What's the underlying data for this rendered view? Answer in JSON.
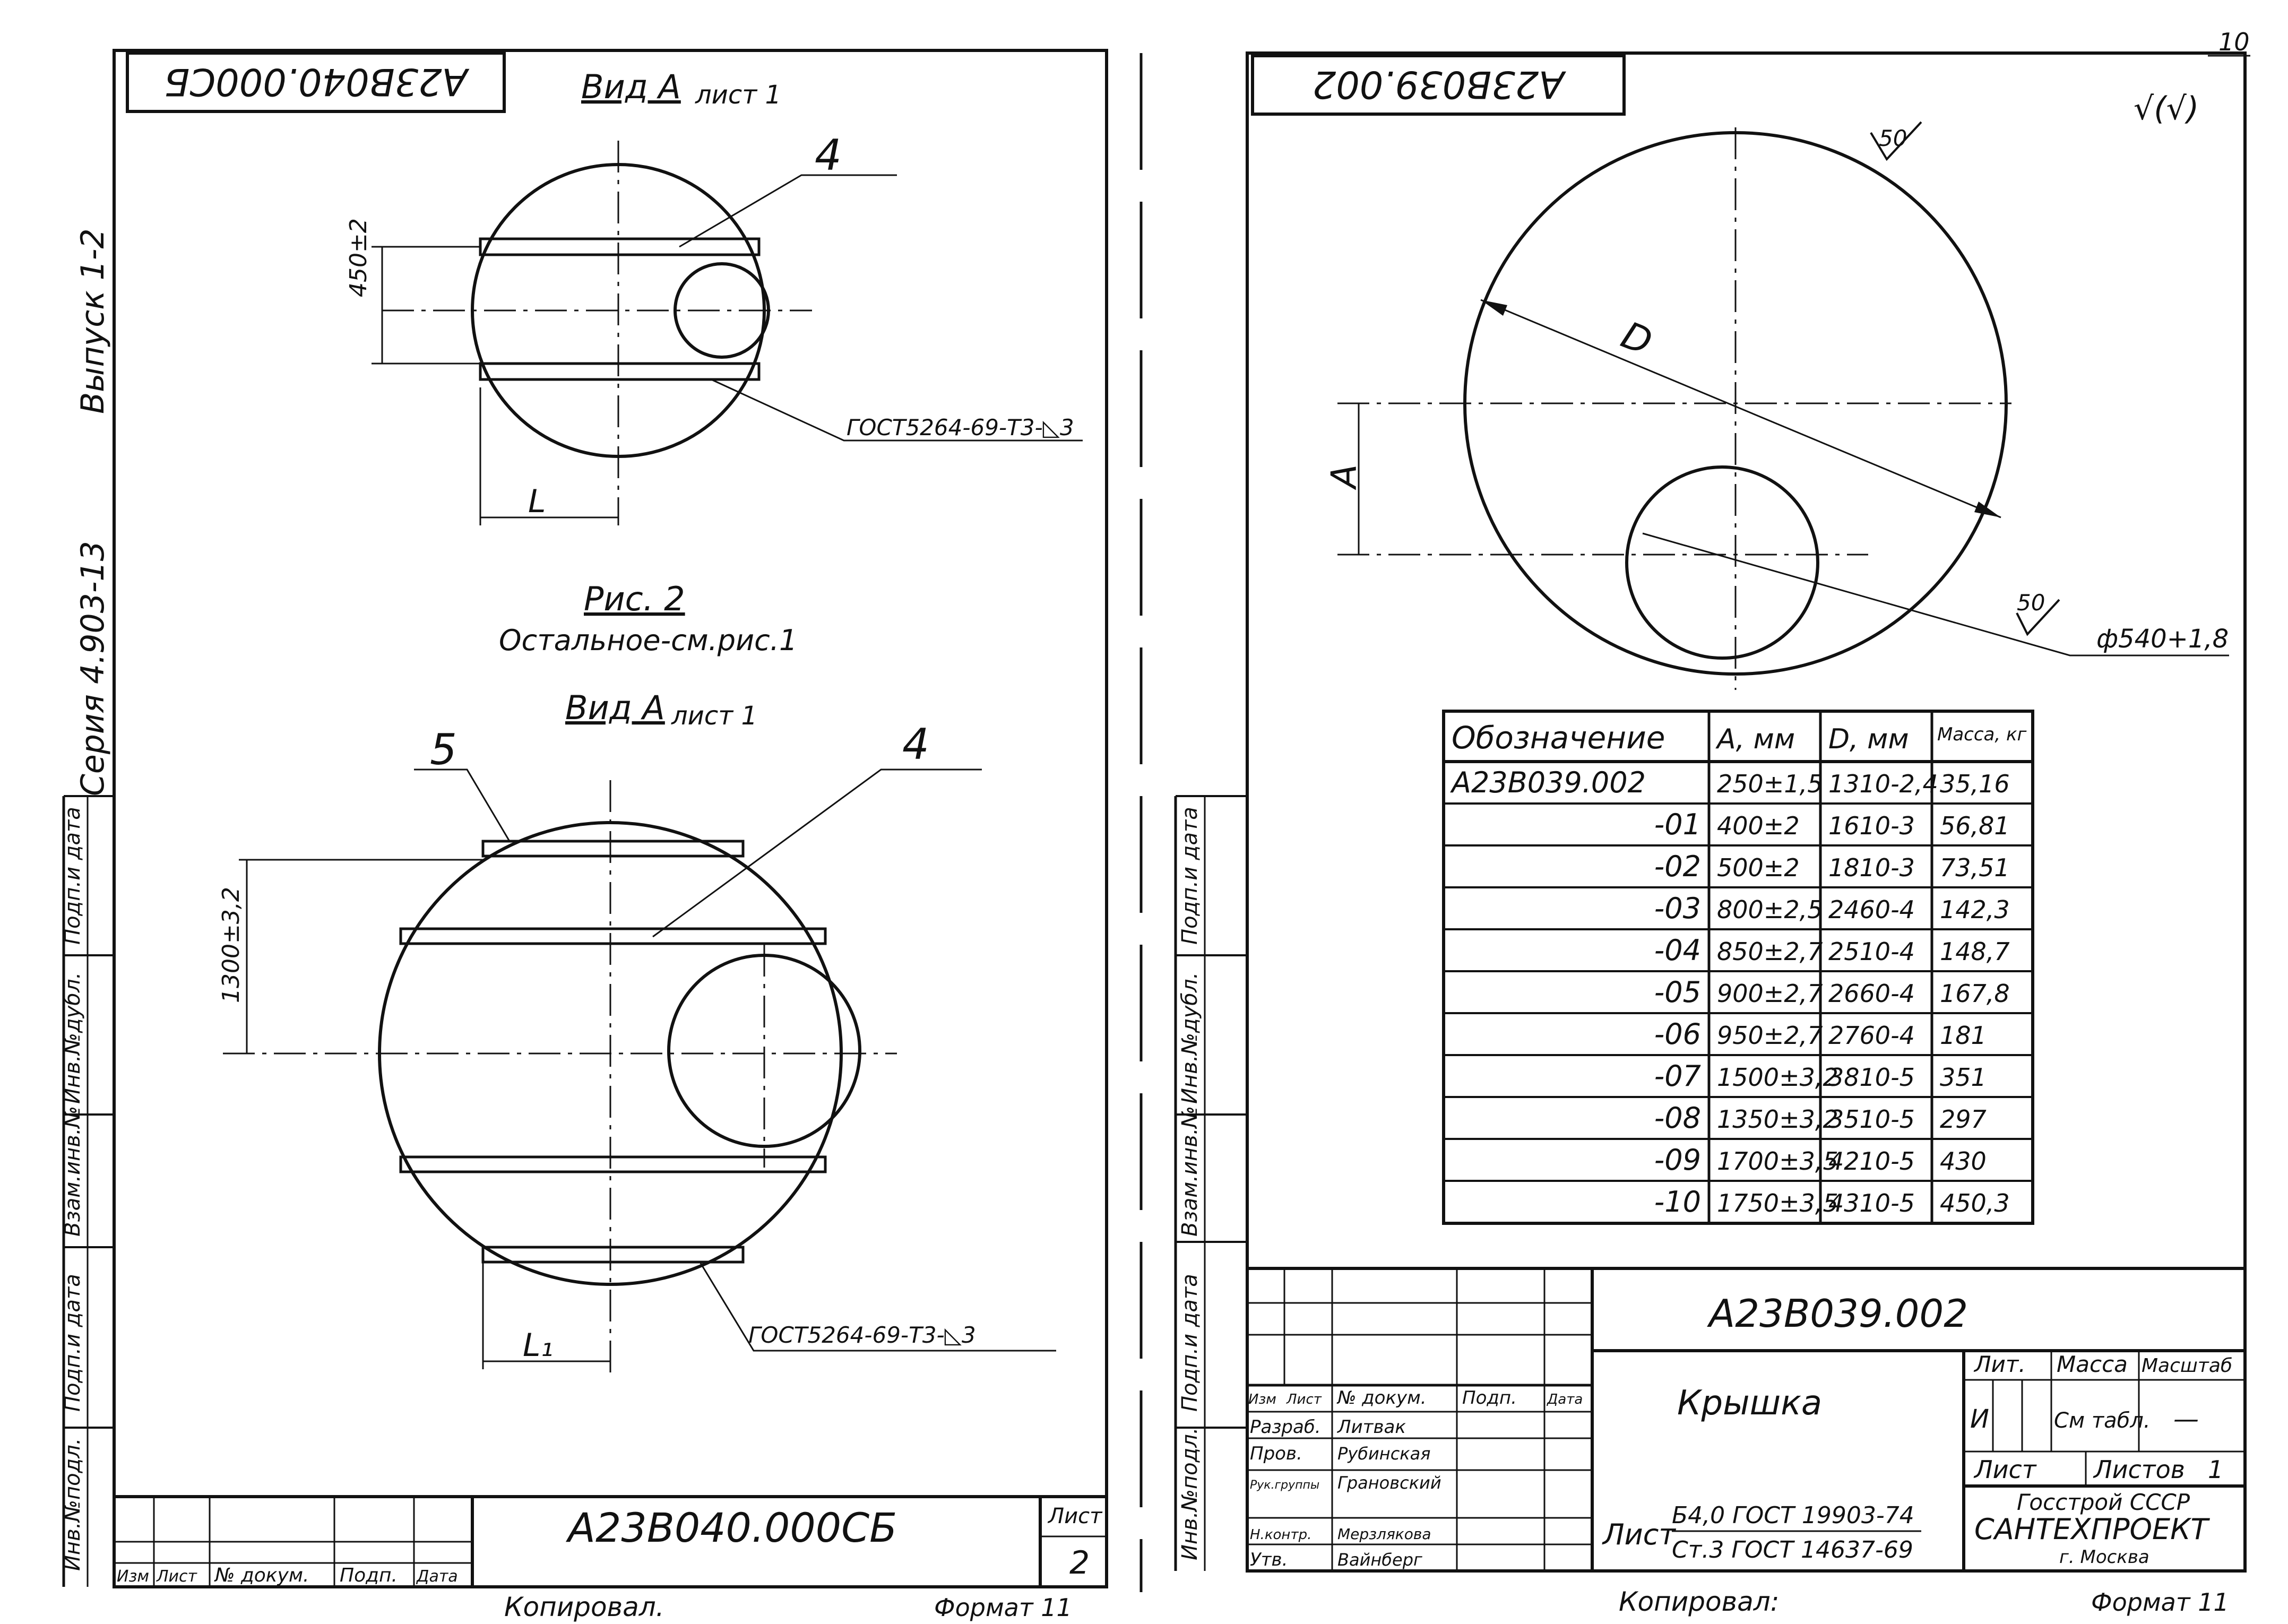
{
  "page_number": "10",
  "left_sheet": {
    "stamp_code": "А23В040.000СБ",
    "view_a1_title": "Вид А",
    "view_a1_sheet": "лист 1",
    "dim_450": "450±2",
    "dim_L": "L",
    "callout_4": "4",
    "callout_5": "5",
    "gost_weld": "ГОСТ5264-69-Т3-◺3",
    "fig_title": "Рис. 2",
    "fig_note": "Остальное-см.рис.1",
    "view_a2_title": "Вид А",
    "view_a2_sheet": "лист 1",
    "dim_1300": "1300±3,2",
    "dim_L1": "L₁",
    "side_series": "Серия 4.903-13",
    "side_issue": "Выпуск 1-2",
    "side_stamp_labels": [
      "Инв.№подл.",
      "Подп.и дата",
      "Взам.инв.№",
      "Инв.№дубл.",
      "Подп.и дата"
    ],
    "title_block": {
      "code": "А23В040.000СБ",
      "sheet_label": "Лист",
      "sheet_number": "2",
      "cols": [
        "Изм",
        "Лист",
        "№ докум.",
        "Подп.",
        "Дата"
      ]
    },
    "footer_copied": "Копировал.",
    "footer_format": "Формат 11"
  },
  "right_sheet": {
    "stamp_code": "А23В039.002",
    "roughness": "√(√)",
    "rough_50_top": "50",
    "rough_50_bottom": "50",
    "dim_D": "D",
    "dim_A": "A",
    "hole_dim": "ф540+1,8",
    "table": {
      "headers": [
        "Обозначение",
        "А, мм",
        "D, мм",
        "Масса, кг"
      ],
      "rows": [
        [
          "А23В039.002",
          "250±1,5",
          "1310-2,4",
          "35,16"
        ],
        [
          "-01",
          "400±2",
          "1610-3",
          "56,81"
        ],
        [
          "-02",
          "500±2",
          "1810-3",
          "73,51"
        ],
        [
          "-03",
          "800±2,5",
          "2460-4",
          "142,3"
        ],
        [
          "-04",
          "850±2,7",
          "2510-4",
          "148,7"
        ],
        [
          "-05",
          "900±2,7",
          "2660-4",
          "167,8"
        ],
        [
          "-06",
          "950±2,7",
          "2760-4",
          "181"
        ],
        [
          "-07",
          "1500±3,2",
          "3810-5",
          "351"
        ],
        [
          "-08",
          "1350±3,2",
          "3510-5",
          "297"
        ],
        [
          "-09",
          "1700±3,5",
          "4210-5",
          "430"
        ],
        [
          "-10",
          "1750±3,5",
          "4310-5",
          "450,3"
        ]
      ]
    },
    "side_stamp_labels": [
      "Инв.№подл.",
      "Подп.и дата",
      "Взам.инв.№",
      "Инв.№дубл.",
      "Подп.и дата"
    ],
    "title_block": {
      "code": "А23В039.002",
      "name": "Крышка",
      "cols": [
        "Изм",
        "Лист",
        "№ докум.",
        "Подп.",
        "Дата"
      ],
      "roles": [
        {
          "role": "Разраб.",
          "name": "Литвак"
        },
        {
          "role": "Пров.",
          "name": "Рубинская"
        },
        {
          "role": "Рук.группы",
          "name": "Грановский"
        },
        {
          "role": "Н.контр.",
          "name": "Мерзлякова"
        },
        {
          "role": "Утв.",
          "name": "Вайнберг"
        }
      ],
      "lit_label": "Лит.",
      "mass_label": "Масса",
      "scale_label": "Масштаб",
      "lit_value": "И",
      "mass_value": "См табл.",
      "scale_value": "—",
      "sheet_label": "Лист",
      "sheets_label": "Листов",
      "sheets_value": "1",
      "material_prefix": "Лист",
      "material_line1": "Б4,0 ГОСТ 19903-74",
      "material_line2": "Ст.3 ГОСТ 14637-69",
      "org1": "Госстрой СССР",
      "org2": "САНТЕХПРОЕКТ",
      "org3": "г. Москва"
    },
    "footer_copied": "Копировал:",
    "footer_format": "Формат 11"
  }
}
